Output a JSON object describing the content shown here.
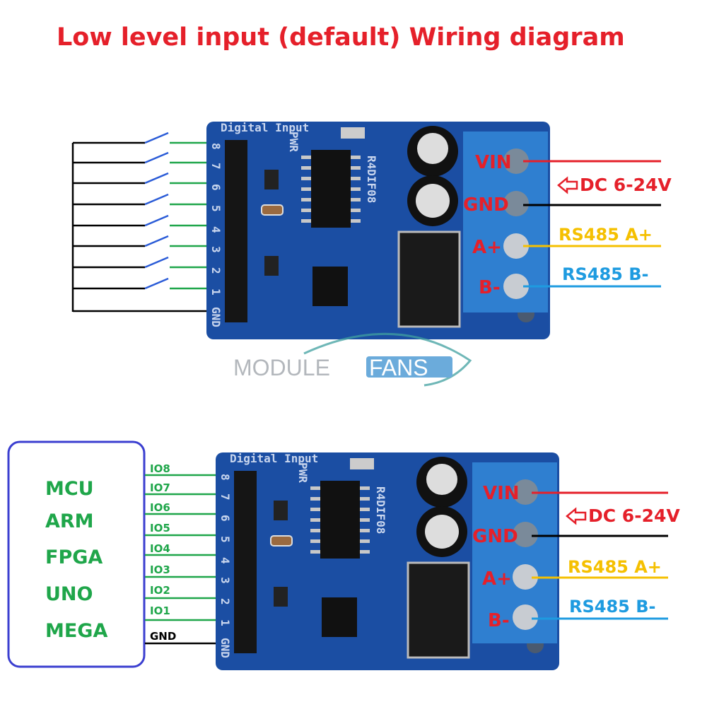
{
  "title": "Low level input (default)  Wiring diagram",
  "board": {
    "model": "R4DIF08",
    "header_label": "Digital Input",
    "pwr_label": "PWR",
    "pin_labels": [
      "8",
      "7",
      "6",
      "5",
      "4",
      "3",
      "2",
      "1",
      "GND"
    ],
    "terminal_labels": [
      "VIN",
      "GND",
      "A+",
      "B-"
    ]
  },
  "power": {
    "label": "DC 6-24V",
    "arrow_icon": "arrow-left-outline-icon"
  },
  "rs485": {
    "a_label": "RS485 A+",
    "b_label": "RS485 B-"
  },
  "watermark": {
    "part1": "MODULE",
    "part2": "FANS"
  },
  "controller": {
    "items": [
      "MCU",
      "ARM",
      "FPGA",
      "UNO",
      "MEGA"
    ],
    "io_labels": [
      "IO8",
      "IO7",
      "IO6",
      "IO5",
      "IO4",
      "IO3",
      "IO2",
      "IO1"
    ],
    "gnd_label": "GND"
  },
  "colors": {
    "title": "#e5202a",
    "input_wire": "#1fa64a",
    "switch": "#2a5bd7",
    "vin_wire": "#e5202a",
    "gnd_wire": "#000000",
    "a_wire": "#f5c000",
    "b_wire": "#1e9be0",
    "board": "#1b4ea3",
    "terminal": "#2f7fd0",
    "controller_border": "#3b3fd0"
  }
}
